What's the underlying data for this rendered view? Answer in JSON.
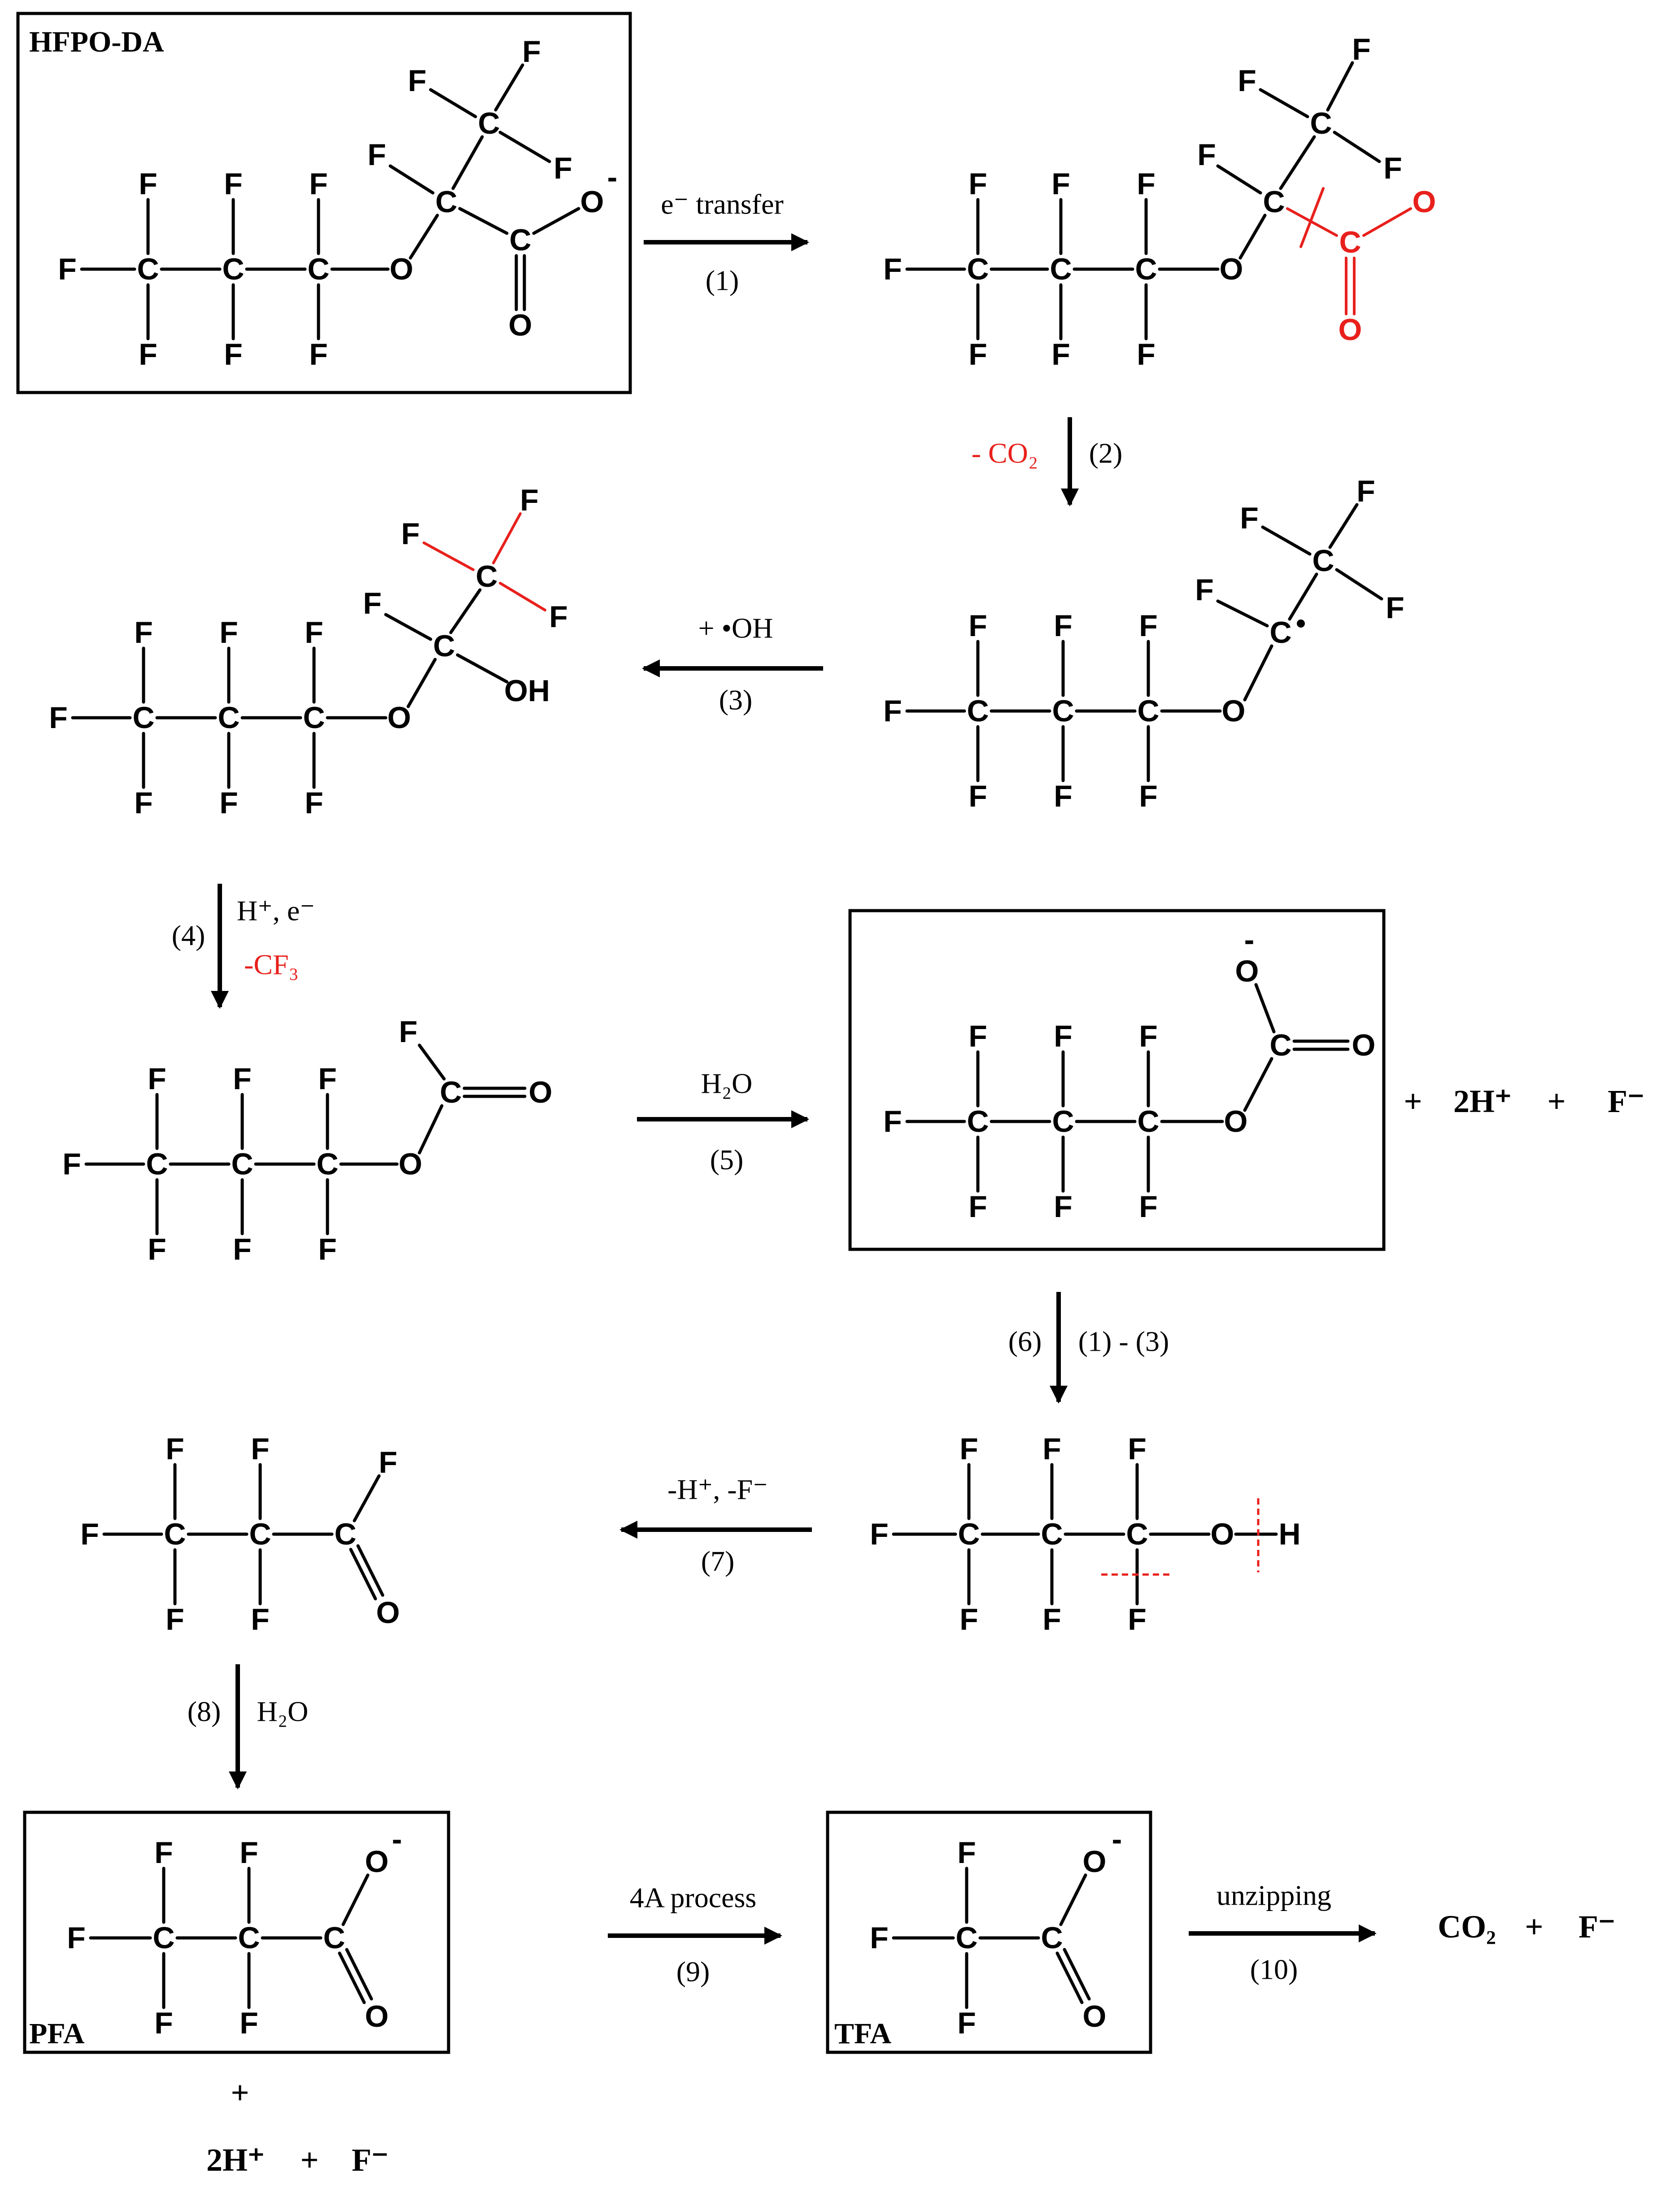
{
  "compounds": {
    "hfpo_da": {
      "label": "HFPO-DA",
      "charge": "-"
    },
    "pfa": {
      "label": "PFA",
      "charge": "-"
    },
    "tfa": {
      "label": "TFA",
      "charge": "-"
    },
    "carbonate": {
      "charge": "-"
    }
  },
  "atoms": {
    "F": "F",
    "C": "C",
    "O": "O",
    "OH": "OH",
    "H": "H"
  },
  "steps": {
    "s1": {
      "label": "e⁻ transfer",
      "num": "(1)"
    },
    "s2": {
      "label": "- CO₂",
      "num": "(2)"
    },
    "s3": {
      "label": "+ •OH",
      "num": "(3)"
    },
    "s4": {
      "label_top": "H⁺, e⁻",
      "label_bottom": "-CF₃",
      "num": "(4)"
    },
    "s5": {
      "label": "H₂O",
      "num": "(5)"
    },
    "s6": {
      "label": "(1) - (3)",
      "num": "(6)"
    },
    "s7": {
      "label": "-H⁺, -F⁻",
      "num": "(7)"
    },
    "s8": {
      "label": "H₂O",
      "num": "(8)"
    },
    "s9": {
      "label": "4A process",
      "num": "(9)"
    },
    "s10": {
      "label": "unzipping",
      "num": "(10)"
    }
  },
  "byproducts": {
    "step5": {
      "plus1": "+",
      "h": "2H⁺",
      "plus2": "+",
      "f": "F⁻"
    },
    "pfa": {
      "plus": "+",
      "h": "2H⁺",
      "plus2": "+",
      "f": "F⁻"
    },
    "final": {
      "co2": "CO₂",
      "plus": "+",
      "f": "F⁻"
    }
  },
  "colors": {
    "highlight": "#e8201c",
    "ink": "#000000"
  }
}
